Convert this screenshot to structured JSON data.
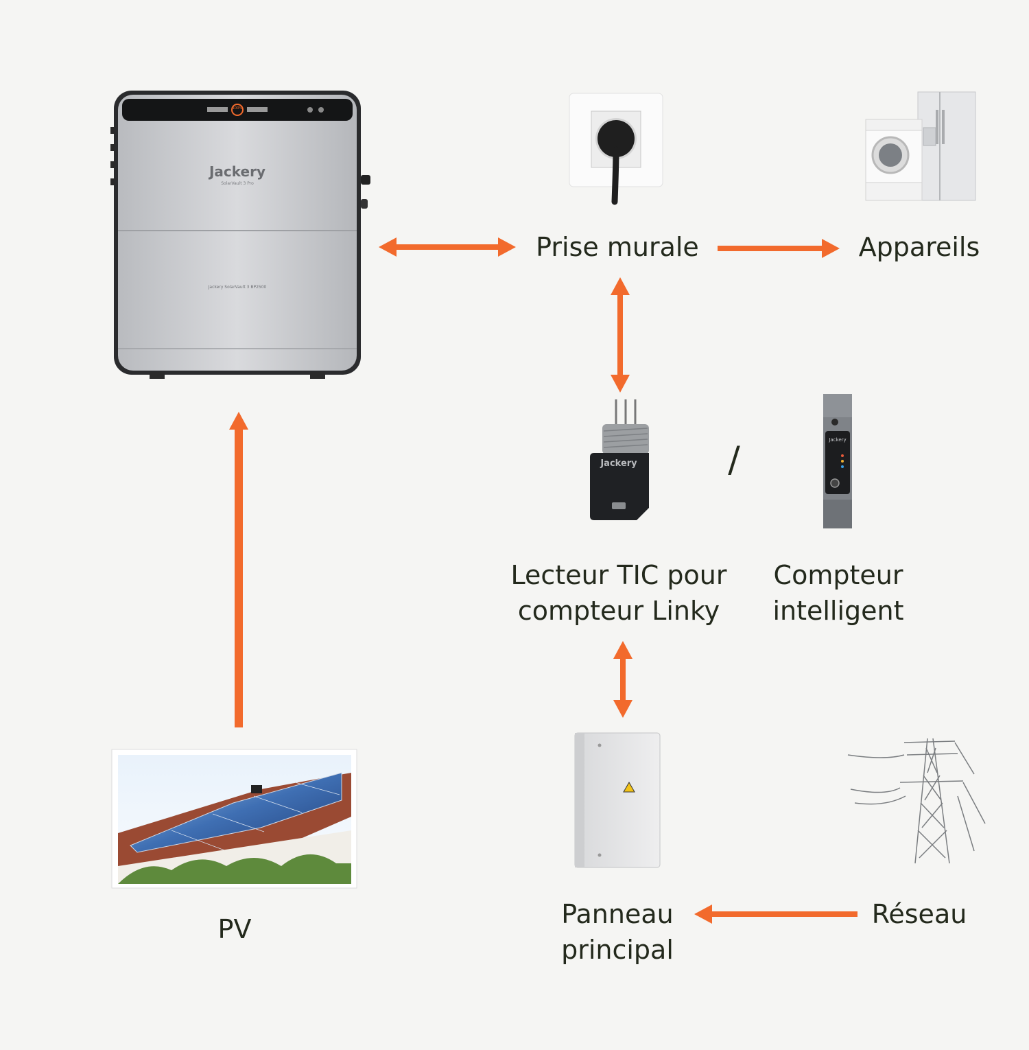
{
  "labels": {
    "wall_outlet": "Prise murale",
    "appliances": "Appareils",
    "tic_reader_line1": "Lecteur TIC pour",
    "tic_reader_line2": "compteur Linky",
    "separator": "/",
    "smart_meter_line1": "Compteur",
    "smart_meter_line2": "intelligent",
    "main_panel_line1": "Panneau",
    "main_panel_line2": "principal",
    "grid": "Réseau",
    "pv": "PV"
  },
  "brand": {
    "battery_logo": "Jackery",
    "battery_model": "SolarVault 3 Pro",
    "battery_pack": "Jackery SolarVault 3 BP2500",
    "tic_logo": "Jackery",
    "meter_logo": "Jackery",
    "display_percent": "100%"
  },
  "colors": {
    "arrow": "#f26a2c",
    "text": "#23291c",
    "background": "#f5f5f3"
  }
}
